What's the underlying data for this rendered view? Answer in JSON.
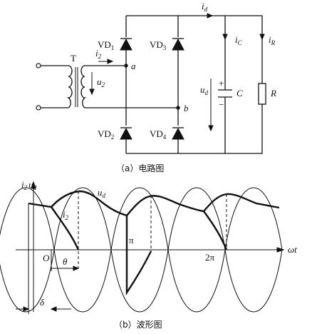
{
  "circuit": {
    "transformer": "T",
    "current_i2": {
      "main": "i",
      "sub": "2"
    },
    "voltage_u2": {
      "main": "u",
      "sub": "2"
    },
    "node_a": "a",
    "node_b": "b",
    "diodes": [
      {
        "main": "VD",
        "sub": "1"
      },
      {
        "main": "VD",
        "sub": "2"
      },
      {
        "main": "VD",
        "sub": "3"
      },
      {
        "main": "VD",
        "sub": "4"
      }
    ],
    "current_id": {
      "main": "i",
      "sub": "d"
    },
    "current_ic": {
      "main": "i",
      "sub": "C"
    },
    "current_ir": {
      "main": "i",
      "sub": "R"
    },
    "voltage_ud": {
      "main": "u",
      "sub": "d"
    },
    "capacitor": "C",
    "resistor": "R",
    "plus": "+",
    "minus": "−",
    "caption": "（a）电路图"
  },
  "waveform": {
    "axis_y": {
      "main1": "i",
      "sub1": "2",
      "main2": "u",
      "sub2": "d"
    },
    "axis_x": "ωt",
    "origin": "O",
    "ud_label": {
      "main": "u",
      "sub": "d"
    },
    "i2_label": {
      "main": "i",
      "sub": "2"
    },
    "theta": "θ",
    "delta": "δ",
    "pi": "π",
    "two_pi": "2π",
    "caption": "（b）波形图"
  },
  "chart_data": {
    "type": "line",
    "title": "",
    "xlabel": "ωt",
    "ylabel": "i2 ud",
    "x_ticks": [
      "O",
      "π",
      "2π"
    ],
    "series": [
      {
        "name": "ud",
        "kind": "capacitor-filtered rectified voltage"
      },
      {
        "name": "i2",
        "kind": "pulsed charging current"
      }
    ]
  }
}
